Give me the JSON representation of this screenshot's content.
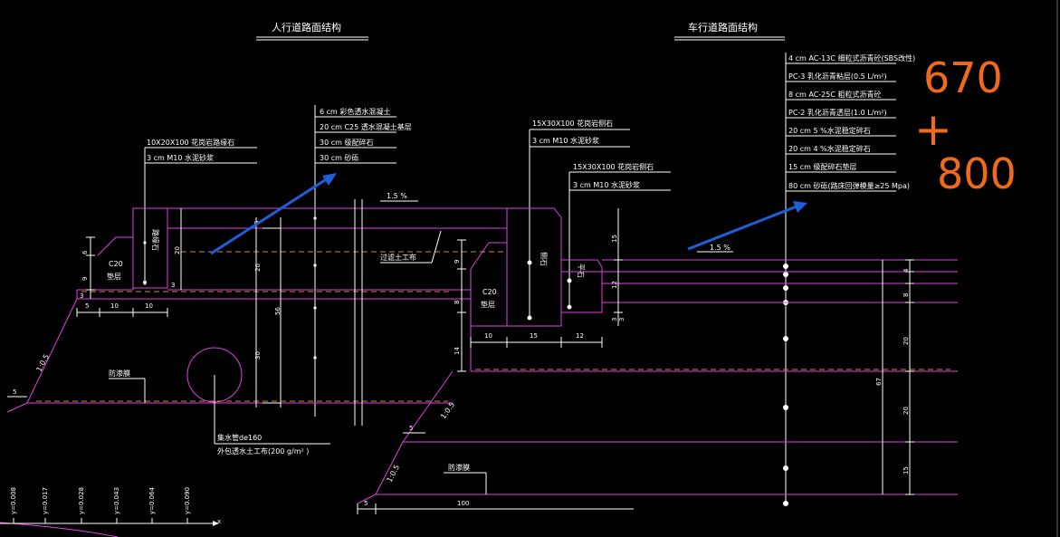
{
  "titles": {
    "sidewalk": "人行道路面结构",
    "roadway": "车行道路面结构"
  },
  "sidewalk_layers": [
    "6 cm 彩色透水混凝土",
    "20 cm C25 透水混凝土基层",
    "30 cm 级配碎石",
    "30 cm 砂砾"
  ],
  "curb_small": {
    "spec": "10X20X100 花岗岩路缘石",
    "bed": "3 cm M10 水泥砂浆"
  },
  "curb_side": {
    "spec": "15X30X100 花岗岩侧石",
    "bed": "3 cm M10 水泥砂浆"
  },
  "curb_flat": {
    "spec": "15X30X100 花岗岩侧石",
    "bed": "3 cm M10 水泥砂浆"
  },
  "roadway_layers": [
    "4 cm AC-13C 细粒式沥青砼(SBS改性)",
    "PC-3 乳化沥青粘层(0.5 L/m²)",
    "8 cm AC-25C 粗粒式沥青砼",
    "PC-2 乳化沥青透层(1.0 L/m²)",
    "20 cm 5 %水泥稳定碎石",
    "20 cm 4 %水泥稳定碎石",
    "15 cm 级配碎石垫层",
    "80 cm 砂砾(路床回弹模量≥25 Mpa)"
  ],
  "labels": {
    "slope_left": "1.5 %",
    "slope_right": "1.5 %",
    "geotextile": "过滤土工布",
    "c20_left": "C20",
    "c20_left2": "垫层",
    "c20_right": "C20",
    "c20_right2": "垫层",
    "anti_seep_left": "防渗膜",
    "anti_seep_right": "防渗膜",
    "pipe": "集水管de160",
    "pipe_wrap": "外包透水土工布(200 g/m² )",
    "slope_ratio_left": "1:0.5",
    "slope_ratio_mid": "1:0.5",
    "slope_ratio_bottom": "1:0.5",
    "curb_v1": "路缘石",
    "curb_v2": "侧石",
    "curb_v3": "平石"
  },
  "dims": {
    "d6": "6",
    "d9": "9",
    "d3a": "3",
    "d5a": "5",
    "d10a": "10",
    "d10b": "10",
    "d20a": "20",
    "d3b": "3",
    "d5b": "5",
    "d20b": "20",
    "d56": "56",
    "d30": "30",
    "d9r": "9",
    "d8r": "8",
    "d14": "14",
    "d10r": "10",
    "d15r": "15",
    "d12r": "12",
    "d15v": "15",
    "d12v": "12",
    "d3c": "3",
    "d3d": "3",
    "d4": "4",
    "d8": "8",
    "d20c": "20",
    "d20d": "20",
    "d15w": "15",
    "d67": "67",
    "d5c": "5",
    "d5d": "5",
    "d100": "100"
  },
  "axis_ticks": [
    "y=0.008",
    "y=0.017",
    "y=0.028",
    "y=0.043",
    "y=0.064",
    "y=0.090"
  ],
  "axis_x": "x",
  "handwriting": [
    "670",
    "+",
    "800"
  ],
  "colors": {
    "line": "#e040e0",
    "white": "#ffffff",
    "arrow": "#1e5fd8",
    "hand": "#f06a1e",
    "dash": "#d08a30"
  }
}
